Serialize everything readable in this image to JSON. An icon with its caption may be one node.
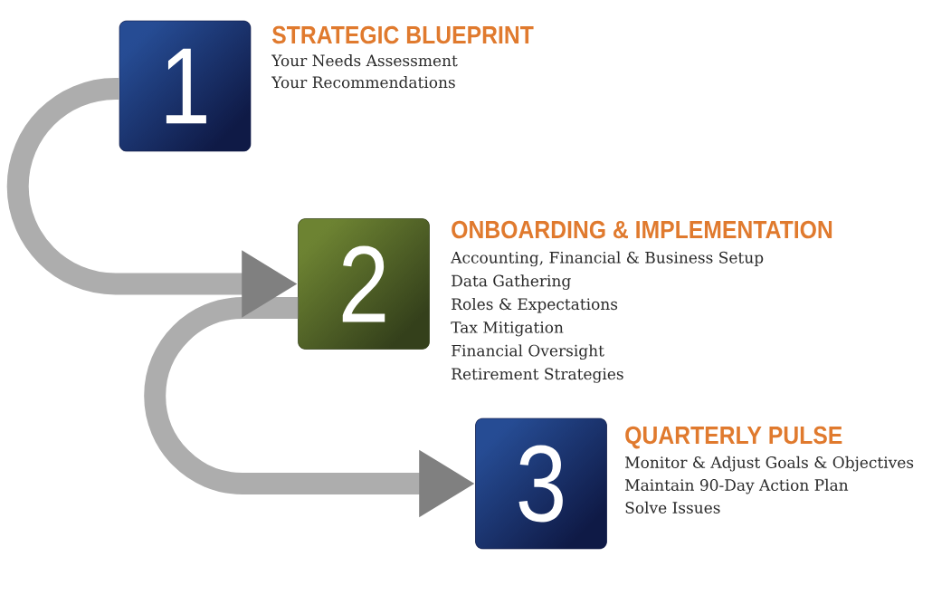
{
  "diagram": {
    "nodes": [
      {
        "text": [
          "1",
          "STRATEGIC BLUEPRINT"
        ],
        "beside": [
          "Your Needs Assessment",
          "Your Recommendations"
        ]
      },
      {
        "text": [
          "2",
          "ONBOARDING & IMPLEMENTATION"
        ],
        "beside": [
          "Accounting, Financial & Business Setup",
          "Data Gathering",
          "Roles & Expectations",
          "Tax Mitigation",
          "Financial Oversight",
          "Retirement Strategies"
        ]
      },
      {
        "text": [
          "3",
          "QUARTERLY PULSE"
        ],
        "beside": [
          "Monitor & Adjust Goals & Objectives",
          "Maintain 90-Day Action Plan",
          "Solve Issues"
        ]
      }
    ],
    "edges": [
      {
        "from": 0,
        "to": 1,
        "arrow": "to"
      },
      {
        "from": 1,
        "to": 2,
        "arrow": "to"
      }
    ]
  }
}
